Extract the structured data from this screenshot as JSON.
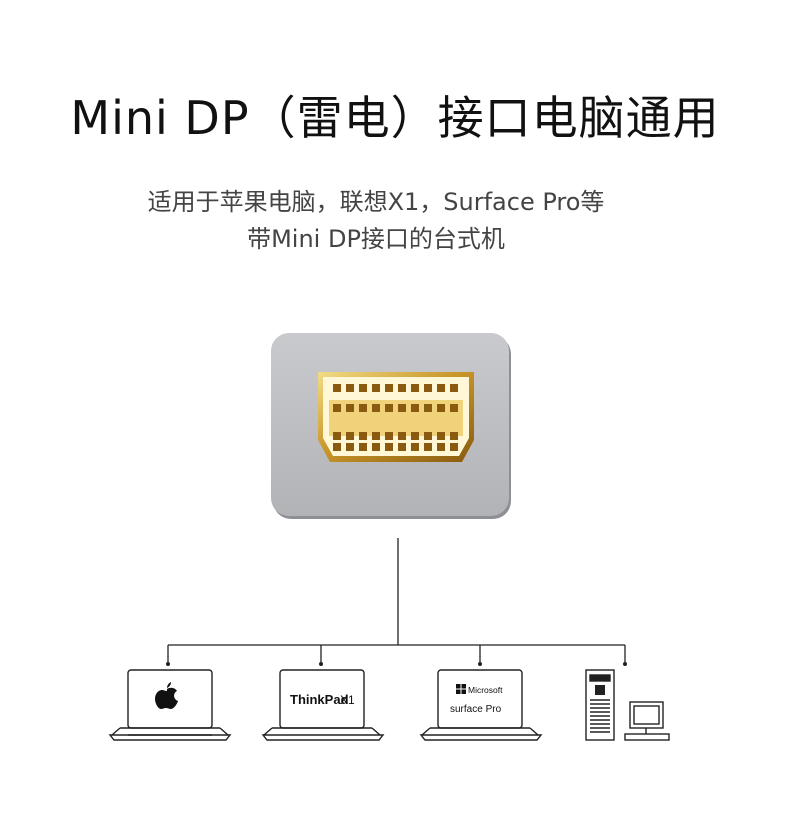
{
  "title": "Mini DP（雷电）接口电脑通用",
  "subtitle_line1": "适用于苹果电脑，联想X1，Surface Pro等",
  "subtitle_line2": "带Mini DP接口的台式机",
  "devices": {
    "thinkpad_brand": "ThinkPad",
    "thinkpad_model": "X1",
    "microsoft_brand": "Microsoft",
    "surface_model": "surface Pro"
  },
  "colors": {
    "port_gray": "#bdbec2",
    "gold": "#c9a233",
    "line": "#222222"
  }
}
